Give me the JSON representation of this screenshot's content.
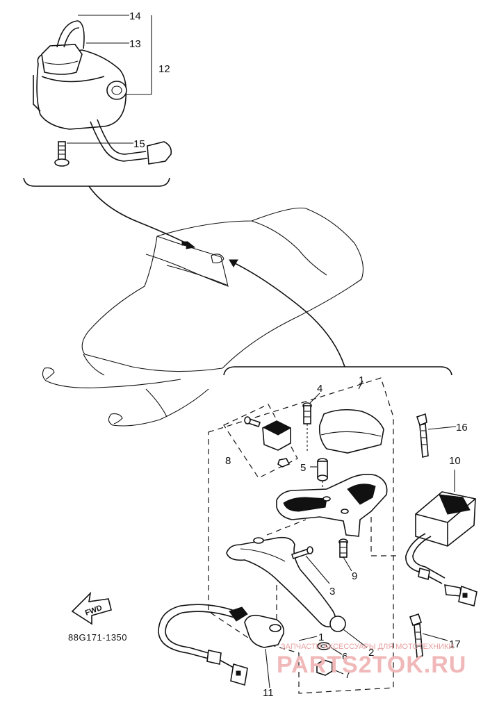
{
  "diagram": {
    "drawing_code": "88G171-1350",
    "fwd_label": "FWD",
    "callouts": {
      "c1": "1",
      "c2": "2",
      "c3": "3",
      "c4": "4",
      "c5": "5",
      "c6": "6",
      "c7": "7",
      "c8": "8",
      "c9": "9",
      "c10": "10",
      "c11": "11",
      "c12": "12",
      "c13": "13",
      "c14": "14",
      "c15": "15",
      "c16": "16",
      "c17": "17",
      "c1b": "1"
    }
  },
  "watermark": {
    "tagline": "ЗАПЧАСТИ АКСЕССУАРЫ ДЛЯ МОТОТЕХНИКИ",
    "site": "PARTS2TOK.RU"
  }
}
